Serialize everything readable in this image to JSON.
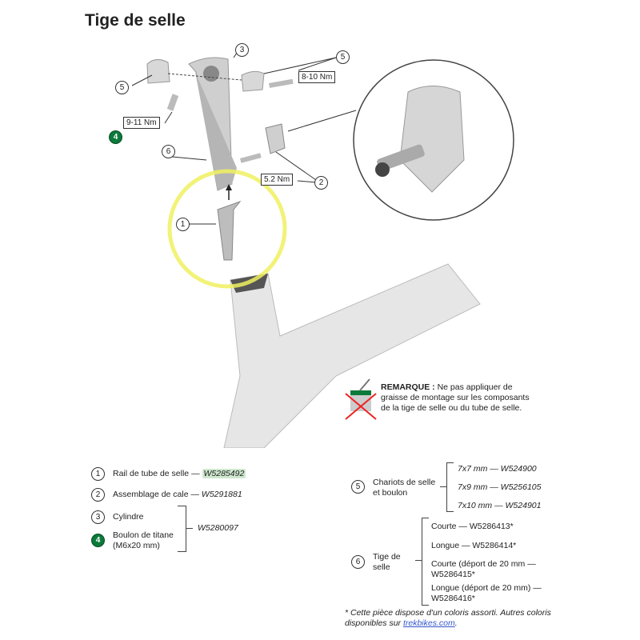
{
  "title": "Tige de selle",
  "diagram": {
    "callouts": [
      "1",
      "2",
      "3",
      "4",
      "5",
      "6"
    ],
    "torques": {
      "t1": "8-10 Nm",
      "t2": "9-11 Nm",
      "t3": "5.2 Nm"
    }
  },
  "note": {
    "label": "REMARQUE :",
    "text": "Ne pas appliquer de graisse de montage sur les composants de la tige de selle ou du tube de selle."
  },
  "parts_left": [
    {
      "num": "1",
      "name": "Rail de tube de selle —",
      "code": "W5285492"
    },
    {
      "num": "2",
      "name": "Assemblage de cale —",
      "code": "W5291881"
    },
    {
      "num": "3",
      "name": "Cylindre"
    },
    {
      "num": "4",
      "name": "Boulon de titane",
      "name2": "(M6x20 mm)"
    },
    {
      "shared_code": "W5280097"
    }
  ],
  "parts_right": {
    "p5": {
      "num": "5",
      "name": "Chariots de selle",
      "name2": "et boulon",
      "options": [
        "7x7 mm — W524900",
        "7x9 mm — W5256105",
        "7x10 mm — W524901"
      ]
    },
    "p6": {
      "num": "6",
      "name": "Tige de",
      "name2": "selle",
      "options": [
        "Courte — W5286413*",
        "Longue — W5286414*",
        "Courte (déport de 20 mm —",
        "W5286415*",
        "Longue (déport de 20 mm) —",
        "W5286416*"
      ]
    }
  },
  "footnote": {
    "text": "* Cette pièce dispose d'un coloris assorti. Autres coloris disponibles sur",
    "link": "trekbikes.com",
    "end": "."
  },
  "colors": {
    "green": "#0b7a3a",
    "highlight": "#cfe8cf",
    "yellow": "#f0f060"
  }
}
